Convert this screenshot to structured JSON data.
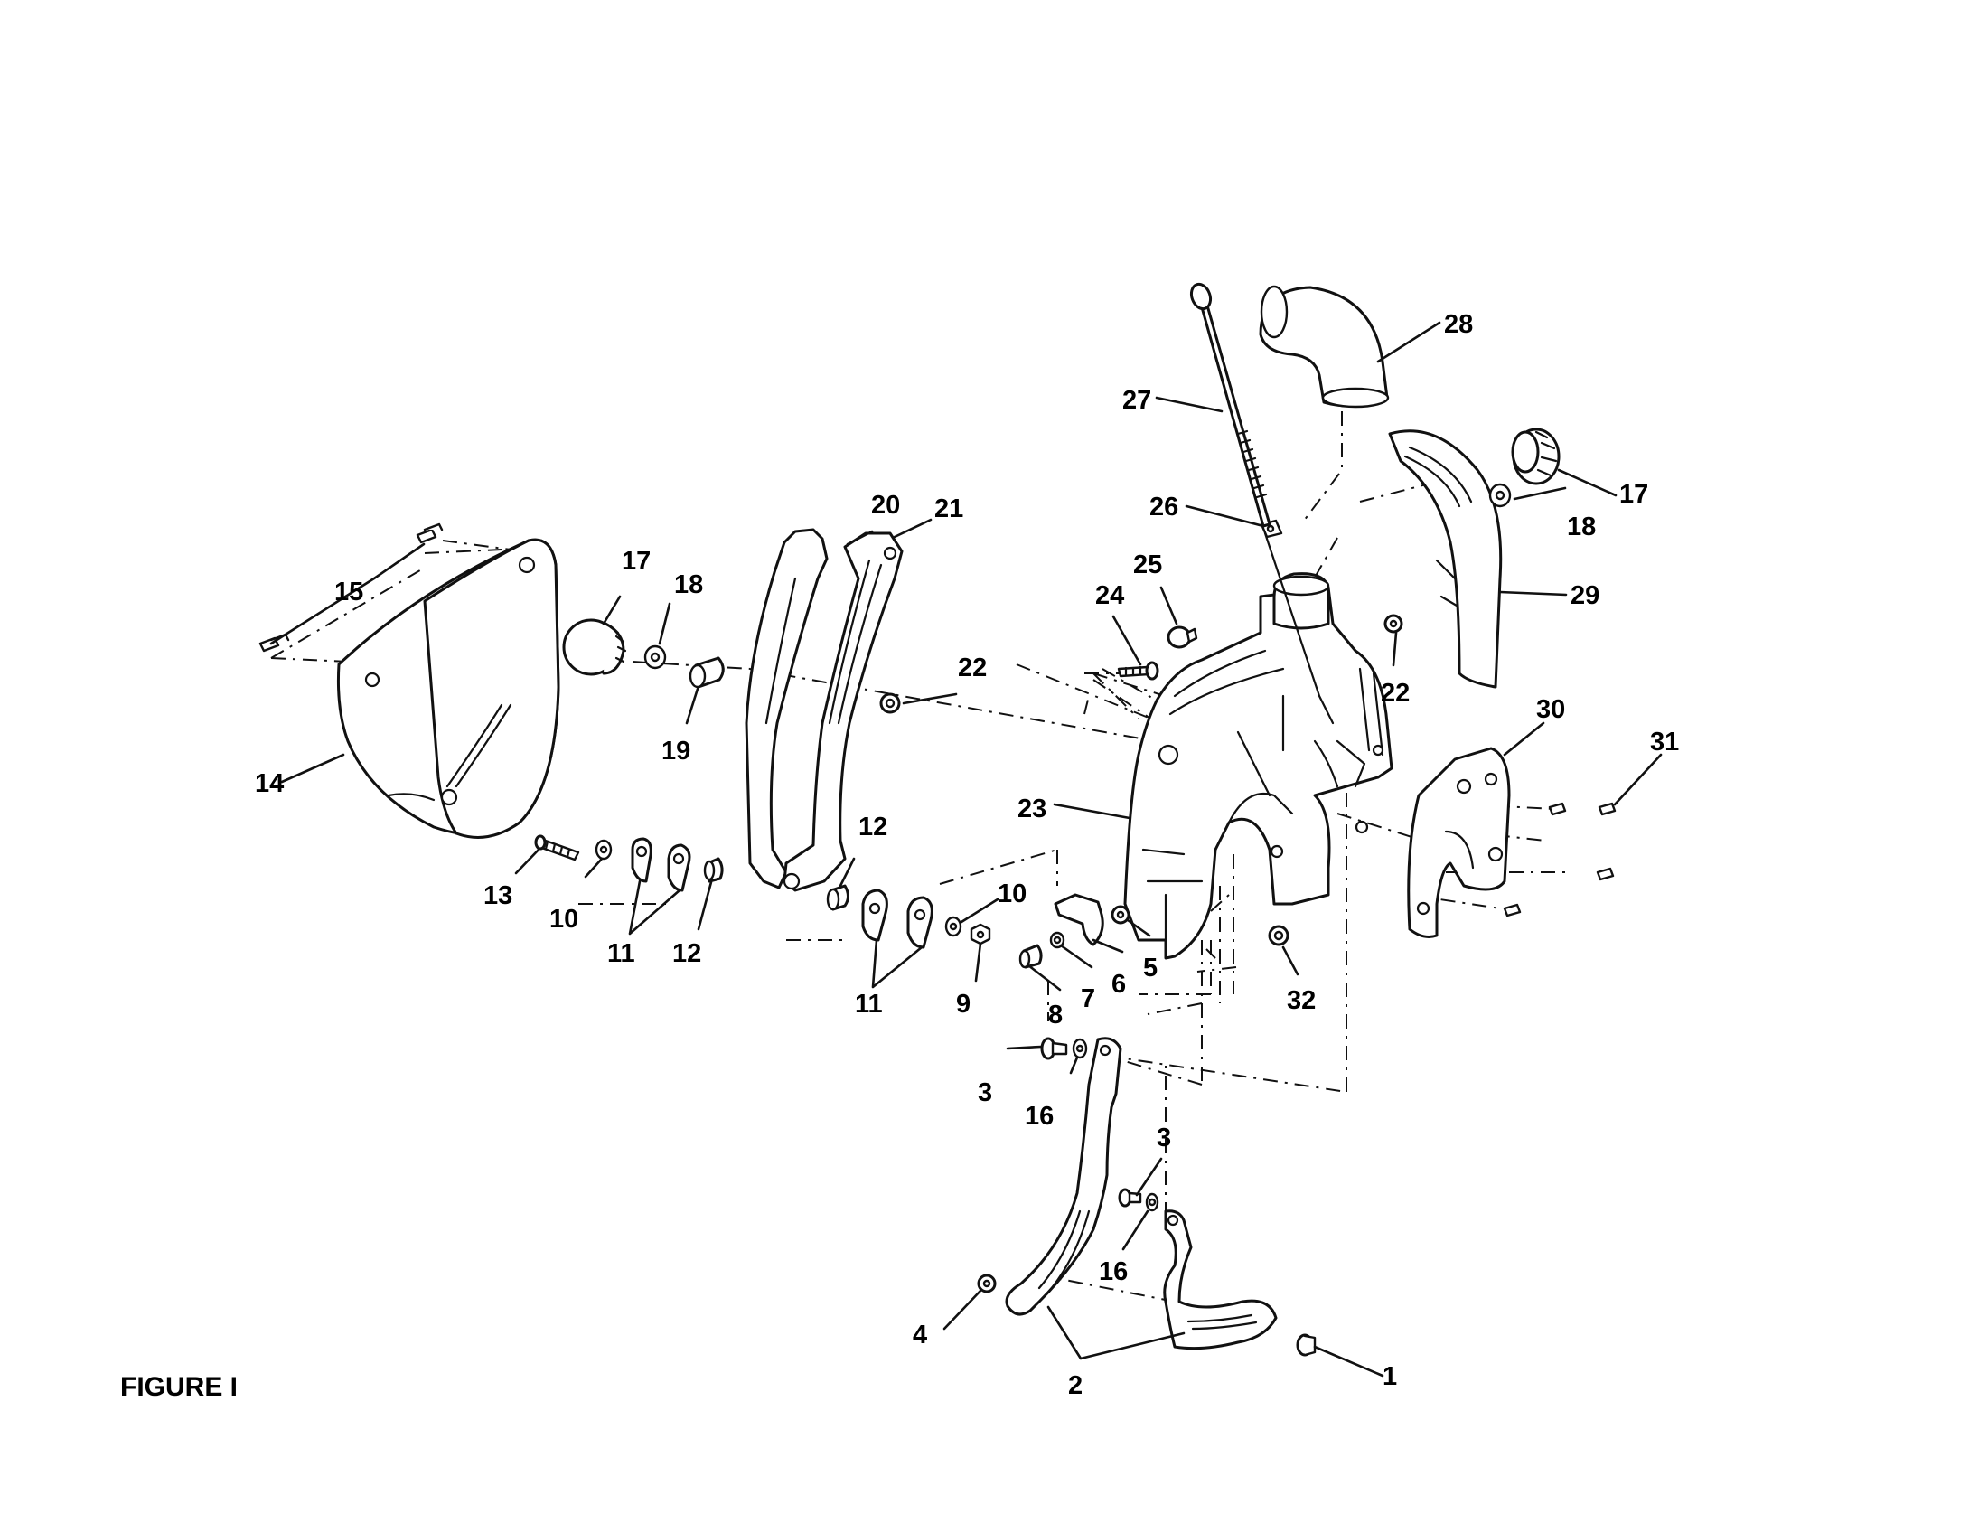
{
  "figure_label": "FIGURE I",
  "callouts": {
    "c1": "1",
    "c2": "2",
    "c3a": "3",
    "c3b": "3",
    "c4": "4",
    "c5": "5",
    "c6": "6",
    "c7": "7",
    "c8": "8",
    "c9": "9",
    "c10a": "10",
    "c10b": "10",
    "c11a": "11",
    "c11b": "11",
    "c12a": "12",
    "c12b": "12",
    "c13": "13",
    "c14": "14",
    "c15": "15",
    "c16a": "16",
    "c16b": "16",
    "c17a": "17",
    "c17b": "17",
    "c18a": "18",
    "c18b": "18",
    "c19": "19",
    "c20": "20",
    "c21": "21",
    "c22a": "22",
    "c22b": "22",
    "c23": "23",
    "c24": "24",
    "c25": "25",
    "c26": "26",
    "c27": "27",
    "c28": "28",
    "c29": "29",
    "c30": "30",
    "c31": "31",
    "c32": "32"
  },
  "colors": {
    "line": "#111111",
    "background": "#ffffff"
  }
}
